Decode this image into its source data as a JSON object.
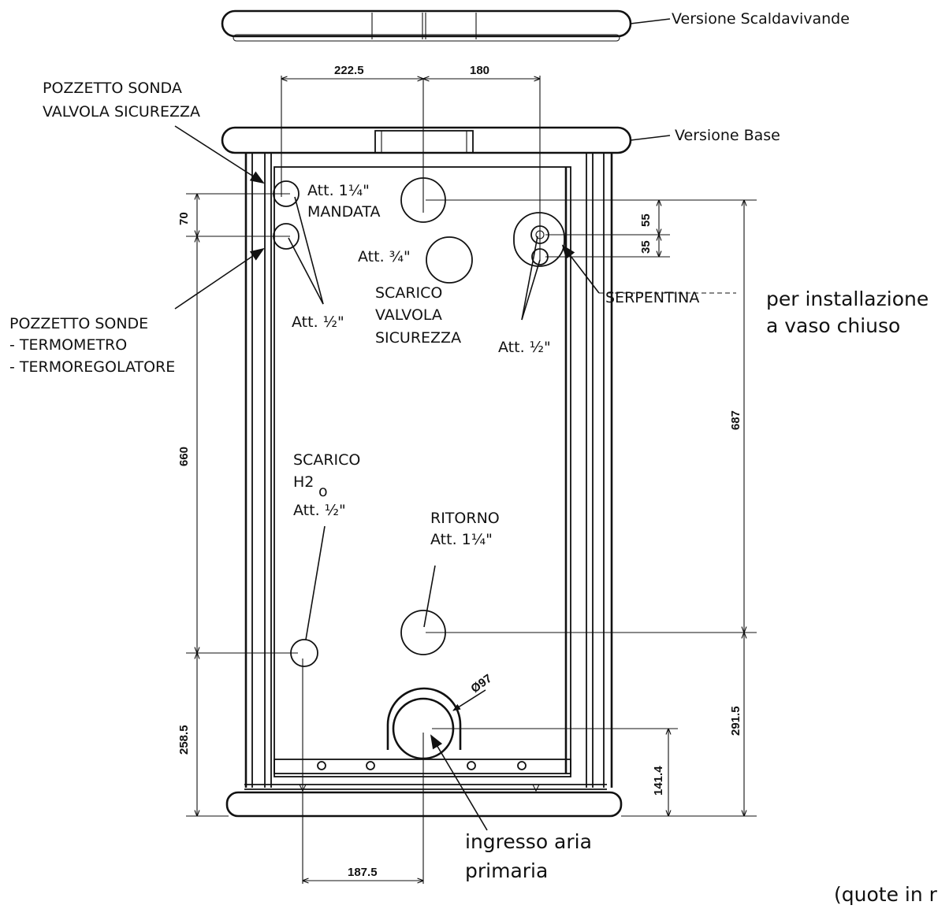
{
  "version_labels": {
    "scaldavivande": "Versione Scaldavivande",
    "base": "Versione Base"
  },
  "callouts": {
    "pozzetto_sonda_1": "POZZETTO SONDA",
    "pozzetto_sonda_2": "VALVOLA SICUREZZA",
    "pozzetto_sonde_1": "POZZETTO SONDE",
    "pozzetto_sonde_2": "- TERMOMETRO",
    "pozzetto_sonde_3": "- TERMOREGOLATORE",
    "att_114": "Att. 1¼\"",
    "mandata": "MANDATA",
    "att_34": "Att. ¾\"",
    "scarico_valvola_1": "SCARICO",
    "scarico_valvola_2": "VALVOLA",
    "scarico_valvola_3": "SICUREZZA",
    "att_half_left": "Att. ½\"",
    "att_half_right": "Att. ½\"",
    "serpentina": "SERPENTINA",
    "installazione_1": "per installazione",
    "installazione_2": "a vaso chiuso",
    "scarico_h2o_1": "SCARICO",
    "scarico_h2o_2": "H2",
    "scarico_h2o_sub": "o",
    "scarico_h2o_3": "Att. ½\"",
    "ritorno_1": "RITORNO",
    "ritorno_2": "Att. 1¼\"",
    "ingresso_1": "ingresso aria",
    "ingresso_2": "primaria",
    "quote_note": "(quote in r"
  },
  "dimensions": {
    "d_222_5": "222.5",
    "d_180": "180",
    "d_70": "70",
    "d_55": "55",
    "d_35": "35",
    "d_660": "660",
    "d_687": "687",
    "d_258_5": "258.5",
    "d_291_5": "291.5",
    "d_141_4": "141.4",
    "d_187_5": "187.5",
    "d_phi97": "Ø97"
  }
}
